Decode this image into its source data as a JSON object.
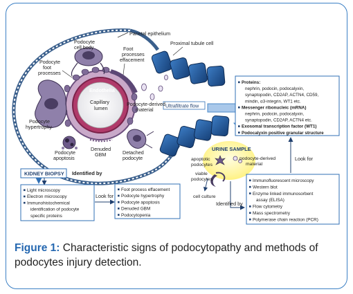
{
  "labels": {
    "parietal_epithelium": "Parietal epithelium",
    "podocyte_cell_body_1": "Podocyte",
    "podocyte_cell_body_2": "cell body",
    "podocyte_foot_processes_1": "Podocyte",
    "podocyte_foot_processes_2": "foot",
    "podocyte_foot_processes_3": "processes",
    "foot_processes_effacement_1": "Foot",
    "foot_processes_effacement_2": "processes",
    "foot_processes_effacement_3": "effacement",
    "proximal_tubule_cell": "Proximal tubule cell",
    "endothelia": "Endothelia",
    "capillary_lumen_1": "Capillary",
    "capillary_lumen_2": "lumen",
    "podocyte_hypertrophy_1": "Podocyte",
    "podocyte_hypertrophy_2": "hypertrophy",
    "podocyte_derived_material_1": "Podocyte-derived",
    "podocyte_derived_material_2": "material",
    "podocyte_apoptosis_1": "Podocyte",
    "podocyte_apoptosis_2": "apoptosis",
    "denuded_gbm_1": "Denuded",
    "denuded_gbm_2": "GBM",
    "detached_podocyte_1": "Detached",
    "detached_podocyte_2": "podocyte",
    "ultrafiltrate_flow": "Ultrafiltrate flow",
    "urine_sample": "URINE SAMPLE",
    "apoptotic_podocytes_1": "apoptotic",
    "apoptotic_podocytes_2": "podocytes",
    "viable_podocytes_1": "viable",
    "viable_podocytes_2": "podocytes",
    "urine_podocyte_derived_1": "podocyte-derived",
    "urine_podocyte_derived_2": "material",
    "cell_culture": "cell culture",
    "kidney_biopsy": "KIDNEY BIOPSY",
    "identified_by_1": "Identified by",
    "look_for_1": "Look for",
    "look_for_2": "Look for",
    "identified_by_2": "Identified by"
  },
  "biopsy_methods": [
    "Light microscopy",
    "Electron microscopy",
    "Immunohistochemical",
    "identification of  podocyte",
    "specific  proteins"
  ],
  "biopsy_findings": [
    "Foot process effacement",
    "Podocyte hypertrophy",
    "Podocyte  apoptosis",
    "Denuded GBM",
    "Podocytopenia"
  ],
  "urine_markers": [
    {
      "bullet": true,
      "text": "Proteins:"
    },
    {
      "bullet": false,
      "text": "nephrin,  podocin,  podocalyxin,"
    },
    {
      "bullet": false,
      "text": "synaptopodin,  CD2AP,  ACTN4,  CD59,"
    },
    {
      "bullet": false,
      "text": "mindin,  α3-integrin,  WT1 etc."
    },
    {
      "bullet": true,
      "text": "Messenger ribonucleic (mRNA)"
    },
    {
      "bullet": false,
      "text": "nephrin,  podocin,  podocalyxin,"
    },
    {
      "bullet": false,
      "text": "synaptopodin,  CD2AP,  ACTN4 etc."
    },
    {
      "bullet": true,
      "text": "Exosomal transcription factor (WT1)"
    },
    {
      "bullet": true,
      "text": "Podocalyxin positive granular structure"
    }
  ],
  "urine_methods": [
    "Immunofluorescent microscopy",
    "Western blot",
    "Enzyme linked immunosorbent",
    "assay  (ELISA)",
    "Flow cytometry",
    "Mass spectrometry",
    "Polymerase chain reaction (PCR)"
  ],
  "caption": {
    "label": "Figure 1:",
    "text": " Characteristic signs of podocytopathy and methods of podocytes injury detection."
  },
  "colors": {
    "frame": "#3a7fc4",
    "tubule": "#1f5a9e",
    "box_border": "#2f6fb5",
    "arrow": "#4a89c8",
    "podocyte": "#8a7aa6",
    "urine": "#fff59d",
    "caption_label": "#2467b0"
  }
}
